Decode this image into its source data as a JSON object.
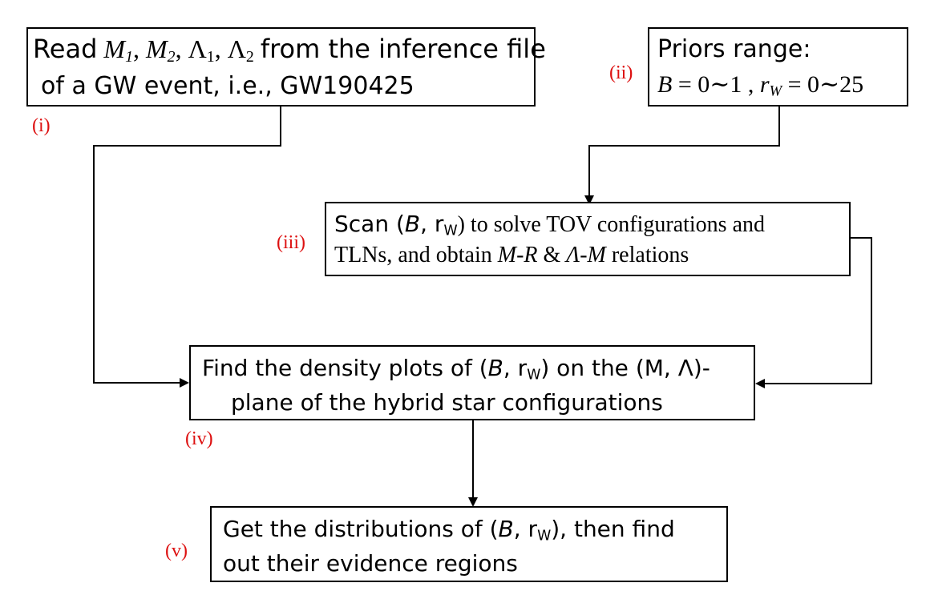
{
  "steps": {
    "i": {
      "label": "(i)",
      "text_read": "Read",
      "var_m1": "M",
      "var_m1_sub": "1",
      "sep1": ",",
      "var_m2": "M",
      "var_m2_sub": "2",
      "sep2": ",",
      "var_l1": "Λ",
      "var_l1_sub": "1",
      "sep3": ",",
      "var_l2": "Λ",
      "var_l2_sub": "2",
      "text_rest": "from the inference file",
      "line2": "of a GW event, i.e., GW190425"
    },
    "ii": {
      "label": "(ii)",
      "line1": "Priors range:",
      "b_var": "B",
      "b_range": " = 0∼1 ,",
      "rw_var": "r",
      "rw_sub": "W",
      "rw_range": " = 0∼25"
    },
    "iii": {
      "label": "(iii)",
      "scan": "Scan (",
      "b": "B",
      "comma_r": ", r",
      "w": "W",
      "rest1": ") to solve TOV configurations and",
      "line2_a": "TLNs, and obtain ",
      "mr": "M-R",
      "amp": " & ",
      "lm": "Λ-M",
      "line2_b": " relations"
    },
    "iv": {
      "label": "(iv)",
      "line1_a": "Find the density plots of (",
      "b": "B",
      "comma_r": ", r",
      "w": "W",
      "line1_b": ") on the (M, Λ)-",
      "line2": "plane of the hybrid star configurations"
    },
    "v": {
      "label": "(v)",
      "line1_a": "Get the distributions of (",
      "b": "B",
      "comma_r": ", r",
      "w": "W",
      "line1_b": "), then find",
      "line2": "out their evidence regions"
    }
  },
  "colors": {
    "step_label": "#dd1111",
    "stroke": "#000000"
  }
}
